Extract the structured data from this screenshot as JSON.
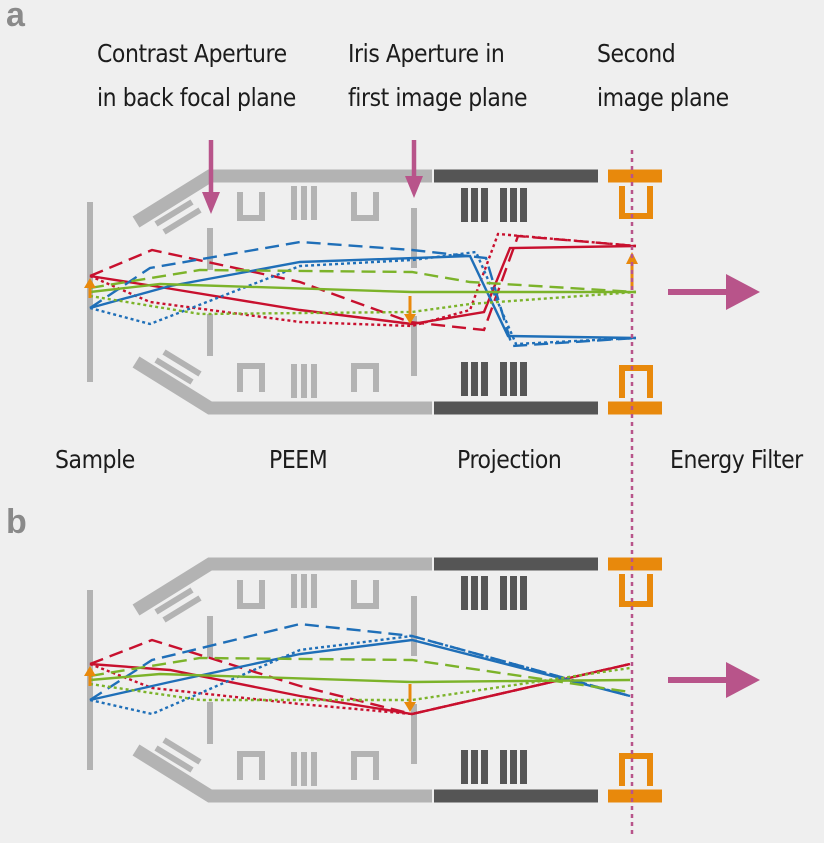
{
  "panels": [
    {
      "letter": "a"
    },
    {
      "letter": "b"
    }
  ],
  "annotations": {
    "contrast_aperture": [
      "Contrast Aperture",
      "in back focal plane"
    ],
    "iris_aperture": [
      "Iris Aperture in",
      "first image plane"
    ],
    "second_image_plane": [
      "Second",
      "image plane"
    ]
  },
  "sections": {
    "sample": "Sample",
    "peem": "PEEM",
    "projection": "Projection",
    "energy_filter": "Energy Filter"
  },
  "colors": {
    "background": "#efefef",
    "column_gray": "#b3b3b3",
    "projection_dark": "#555555",
    "filter_orange": "#e8890c",
    "arrow_magenta": "#b8548a",
    "ray_red": "#c8102e",
    "ray_blue": "#1f6fb8",
    "ray_green": "#7cb32a"
  }
}
